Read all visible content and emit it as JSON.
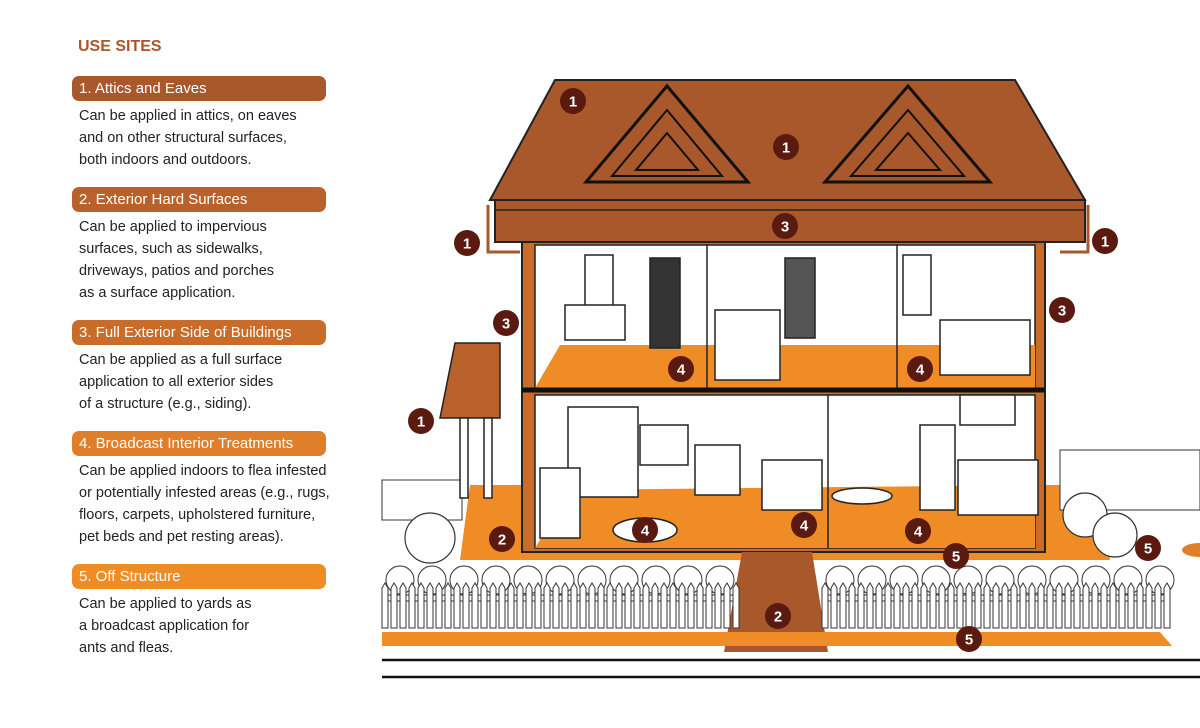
{
  "title": "USE SITES",
  "sections": [
    {
      "heading": "1. Attics and Eaves",
      "color": "#a8582a",
      "lines": [
        "Can be applied in attics, on eaves",
        "and on other structural surfaces,",
        "both indoors and outdoors."
      ]
    },
    {
      "heading": "2. Exterior Hard Surfaces",
      "color": "#b8612a",
      "lines": [
        "Can be applied to impervious",
        "surfaces, such as sidewalks,",
        "driveways, patios and porches",
        "as a surface application."
      ]
    },
    {
      "heading": "3. Full Exterior Side of Buildings",
      "color": "#c96b29",
      "lines": [
        "Can be applied as a full surface",
        "application to all exterior sides",
        "of a structure (e.g., siding)."
      ]
    },
    {
      "heading": "4. Broadcast Interior Treatments",
      "color": "#e17e2a",
      "lines": [
        "Can be applied indoors to flea infested",
        "or potentially infested  areas (e.g., rugs,",
        "floors, carpets, upholstered furniture,",
        "pet beds and pet resting areas)."
      ]
    },
    {
      "heading": "5. Off Structure",
      "color": "#f08c26",
      "lines": [
        "Can be applied to yards as",
        "a broadcast application for",
        "ants and fleas."
      ]
    }
  ],
  "markers": [
    "1",
    "1",
    "1",
    "1",
    "1",
    "3",
    "3",
    "3",
    "4",
    "4",
    "4",
    "4",
    "4",
    "2",
    "2",
    "5",
    "5",
    "5"
  ],
  "colors": {
    "roof": "#a8582a",
    "floor": "#f08c26",
    "marker": "#5a1a10"
  }
}
